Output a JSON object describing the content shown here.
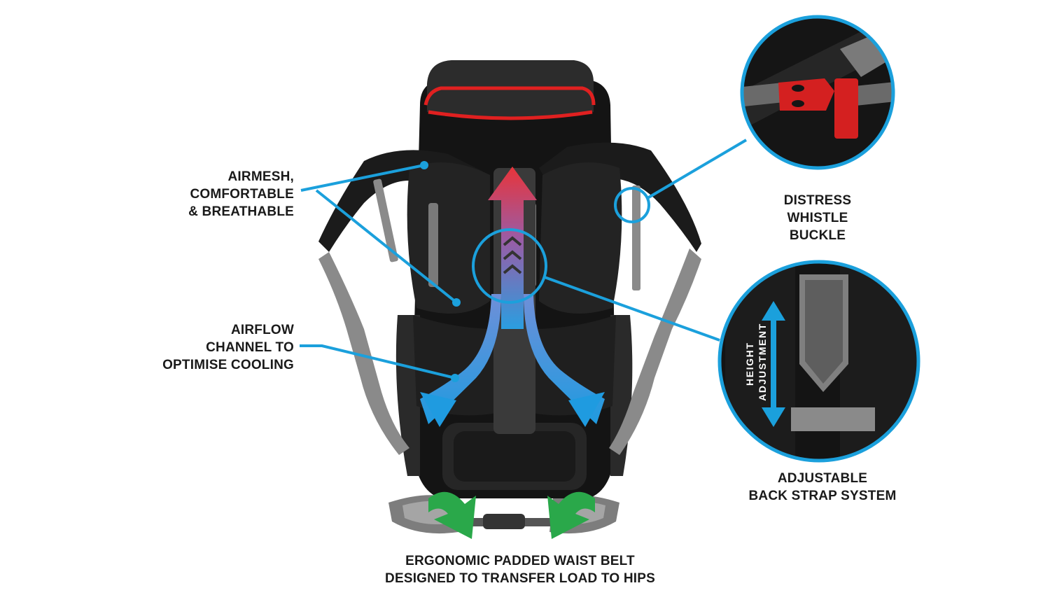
{
  "colors": {
    "callout_blue": "#1ba0dc",
    "waist_arrow_green": "#2aa84a",
    "airflow_top_red": "#e8343a",
    "airflow_bottom_blue": "#2a9ee0",
    "zip_red": "#e02020",
    "bag_black": "#151515",
    "strap_grey": "#8a8a8a"
  },
  "callouts": {
    "airmesh": {
      "lines": [
        "AIRMESH,",
        "COMFORTABLE",
        "& BREATHABLE"
      ]
    },
    "airflow": {
      "lines": [
        "AIRFLOW",
        "CHANNEL TO",
        "OPTIMISE COOLING"
      ]
    },
    "whistle": {
      "lines": [
        "DISTRESS",
        "WHISTLE",
        "BUCKLE"
      ]
    },
    "back_strap": {
      "lines": [
        "ADJUSTABLE",
        "BACK STRAP SYSTEM"
      ]
    },
    "height": {
      "lines": [
        "HEIGHT",
        "ADJUSTMENT"
      ]
    },
    "waist_belt": {
      "lines": [
        "ERGONOMIC PADDED WAIST BELT",
        "DESIGNED TO TRANSFER LOAD TO HIPS"
      ]
    }
  },
  "icons": {
    "airflow_arrow": "airflow-arrow-icon",
    "height_arrow": "double-vertical-arrow-icon",
    "waist_arrows": "curved-green-arrow-icon"
  }
}
